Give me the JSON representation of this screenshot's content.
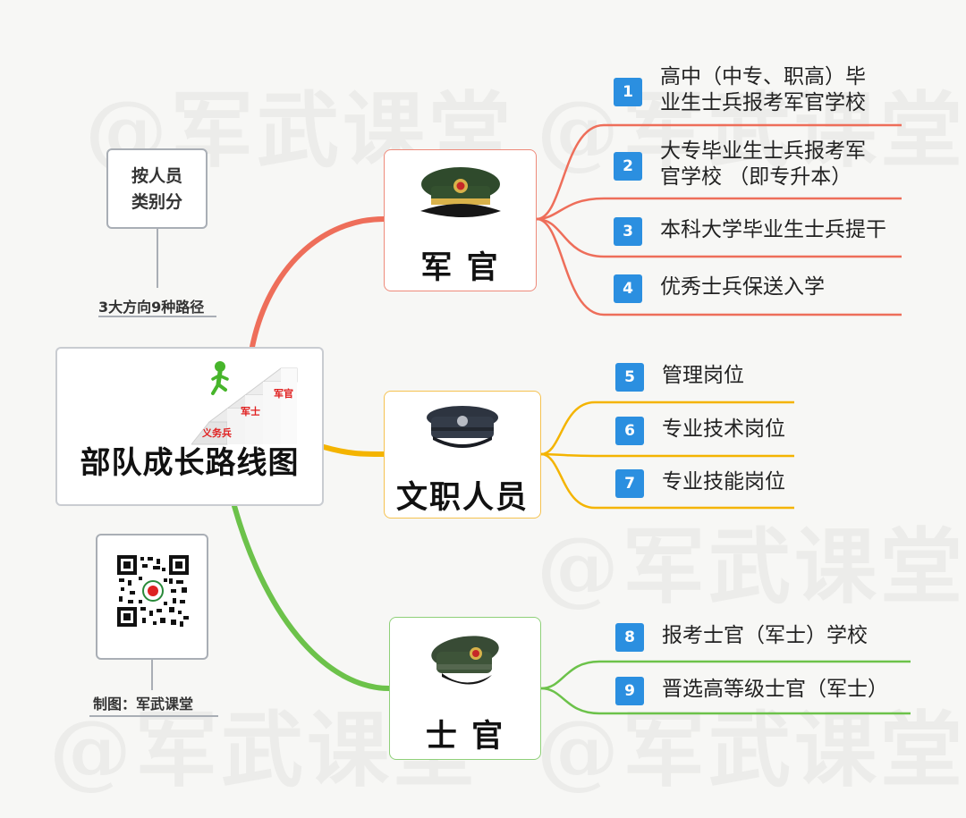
{
  "watermark": "@军武课堂",
  "root": {
    "title": "部队成长路线图",
    "stair_labels": [
      "义务兵",
      "军士",
      "军官"
    ]
  },
  "side_notes": {
    "category_box": "按人员类别分",
    "category_summary": "3大方向9种路径",
    "credit": "制图：军武课堂"
  },
  "categories": [
    {
      "label": "军 官",
      "color": "#ee6e5a",
      "cap_icon": "officer-cap-icon"
    },
    {
      "label": "文职人员",
      "color": "#f4b400",
      "cap_icon": "civilian-cap-icon"
    },
    {
      "label": "士 官",
      "color": "#6cc24a",
      "cap_icon": "nco-cap-icon"
    }
  ],
  "paths": [
    {
      "num": "1",
      "text": "高中（中专、职高）毕业生士兵报考军官学校"
    },
    {
      "num": "2",
      "text": "大专毕业生士兵报考军官学校 （即专升本）"
    },
    {
      "num": "3",
      "text": "本科大学毕业生士兵提干"
    },
    {
      "num": "4",
      "text": "优秀士兵保送入学"
    },
    {
      "num": "5",
      "text": "管理岗位"
    },
    {
      "num": "6",
      "text": "专业技术岗位"
    },
    {
      "num": "7",
      "text": "专业技能岗位"
    },
    {
      "num": "8",
      "text": "报考士官（军士）学校"
    },
    {
      "num": "9",
      "text": "晋选高等级士官（军士）"
    }
  ]
}
